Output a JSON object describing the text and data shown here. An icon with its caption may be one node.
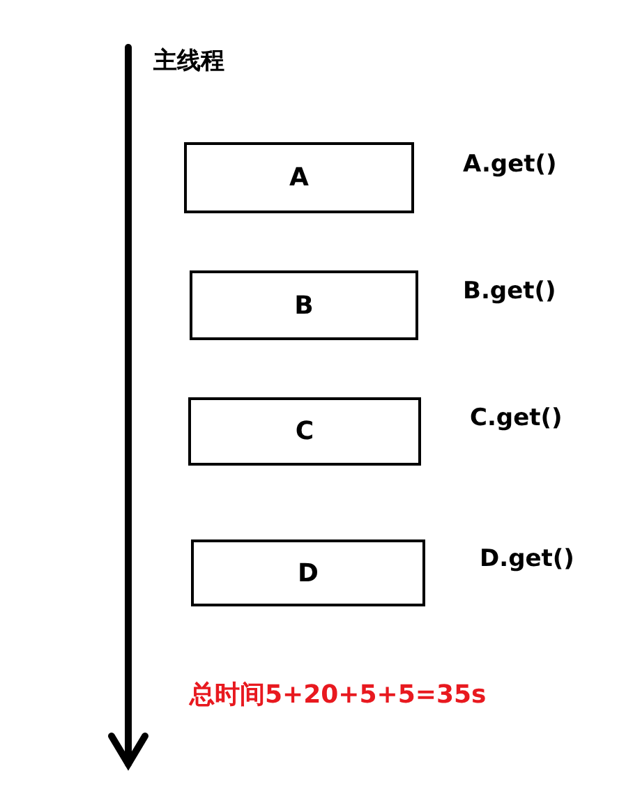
{
  "diagram": {
    "nodes": [
      {
        "text": [
          "A"
        ],
        "beside": [
          "A.get()"
        ]
      },
      {
        "text": [
          "B"
        ],
        "beside": [
          "B.get()"
        ]
      },
      {
        "text": [
          "C"
        ],
        "beside": [
          "C.get()"
        ]
      },
      {
        "text": [
          "D"
        ],
        "beside": [
          "D.get()"
        ]
      }
    ],
    "labels": [
      "主线程",
      "总时间5+20+5+5=35s"
    ]
  }
}
